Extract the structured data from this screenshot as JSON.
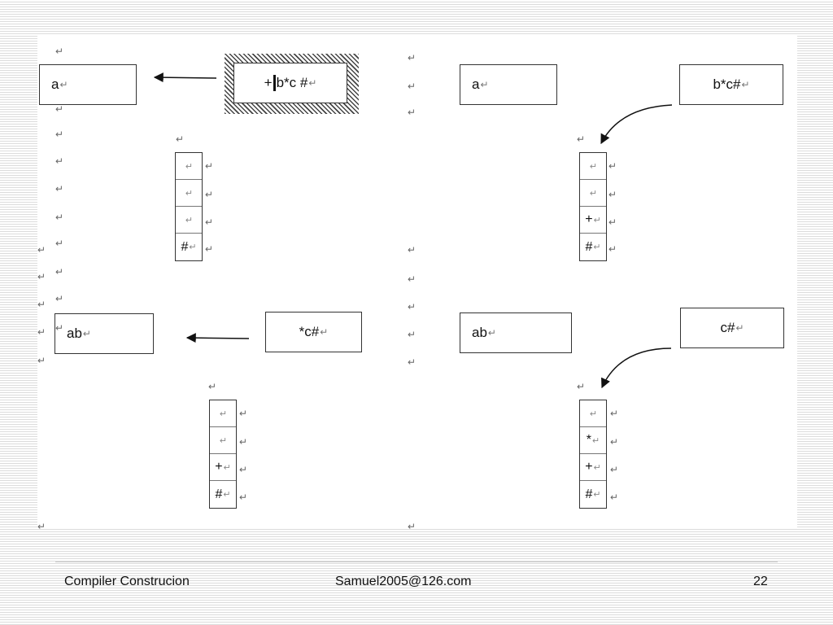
{
  "diagram": {
    "panels": [
      {
        "id": "top-left",
        "result": "a",
        "input": {
          "before_cursor": "+",
          "after_cursor": "b*c #"
        },
        "stack": [
          "",
          "",
          "",
          "#"
        ]
      },
      {
        "id": "top-right",
        "result": "a",
        "input": "b*c#",
        "stack": [
          "",
          "",
          "+",
          "#"
        ]
      },
      {
        "id": "bottom-left",
        "result": "ab",
        "input": "*c#",
        "stack": [
          "",
          "",
          "+",
          "#"
        ]
      },
      {
        "id": "bottom-right",
        "result": "ab",
        "input": "c#",
        "stack": [
          "",
          "*",
          "+",
          "#"
        ]
      }
    ],
    "return_mark": "↵"
  },
  "footer": {
    "left": "Compiler Construcion",
    "center": "Samuel2005@126.com",
    "page": "22"
  }
}
